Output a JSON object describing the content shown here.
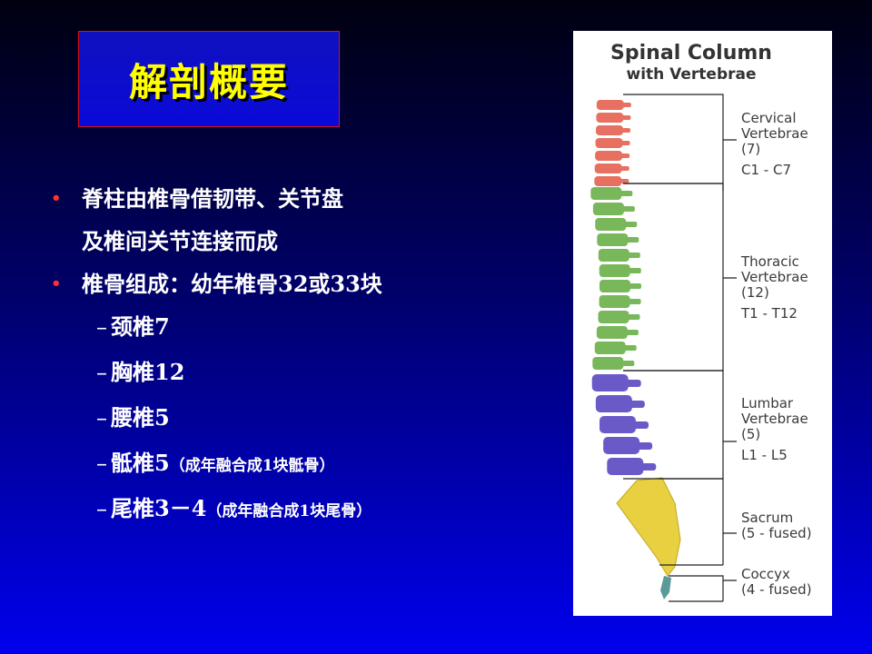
{
  "title": "解剖概要",
  "bullets": [
    {
      "lines": [
        "脊柱由椎骨借韧带、关节盘",
        "及椎间关节连接而成"
      ]
    },
    {
      "lines": [
        "椎骨组成：幼年椎骨32或33块"
      ]
    }
  ],
  "sub_items": [
    {
      "main": "颈椎7",
      "note": ""
    },
    {
      "main": "胸椎12",
      "note": ""
    },
    {
      "main": "腰椎5",
      "note": ""
    },
    {
      "main": "骶椎5",
      "note": "（成年融合成1块骶骨）"
    },
    {
      "main": "尾椎3－4",
      "note": "（成年融合成1块尾骨）"
    }
  ],
  "bullet_symbol": "•",
  "dash_symbol": "–",
  "figure": {
    "title_line1": "Spinal Column",
    "title_line2": "with Vertebrae",
    "labels": [
      {
        "name": "cervical",
        "lines": [
          "Cervical",
          "Vertebrae",
          "(7)"
        ],
        "range": "C1 - C7"
      },
      {
        "name": "thoracic",
        "lines": [
          "Thoracic",
          "Vertebrae",
          "(12)"
        ],
        "range": "T1 - T12"
      },
      {
        "name": "lumbar",
        "lines": [
          "Lumbar",
          "Vertebrae",
          "(5)"
        ],
        "range": "L1 - L5"
      },
      {
        "name": "sacrum",
        "lines": [
          "Sacrum",
          "(5 - fused)"
        ],
        "range": ""
      },
      {
        "name": "coccyx",
        "lines": [
          "Coccyx",
          "(4 - fused)"
        ],
        "range": ""
      }
    ],
    "colors": {
      "cervical": "#e87060",
      "thoracic": "#78b85a",
      "lumbar": "#6a5ac8",
      "sacrum": "#e8d040",
      "coccyx": "#5a9a98"
    }
  },
  "colors": {
    "title_text": "#ffff00",
    "bullet_dot": "#ff3030",
    "body_text": "#ffffff",
    "title_border": "#e01010"
  }
}
